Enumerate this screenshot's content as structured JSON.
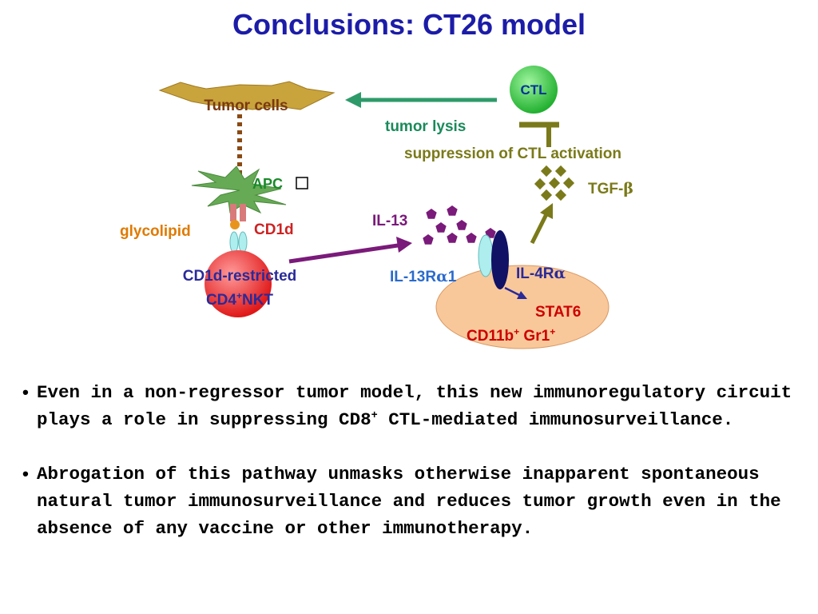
{
  "title": "Conclusions: CT26 model",
  "diagram": {
    "tumor_cells": "Tumor cells",
    "ctl": "CTL",
    "tumor_lysis": "tumor lysis",
    "suppression": "suppression of CTL activation",
    "apc": "APC",
    "tgf_prefix": "TGF-",
    "tgf_symbol": "β",
    "glycolipid": "glycolipid",
    "cd1d": "CD1d",
    "il13": "IL-13",
    "nkt_line1": "CD1d-restricted",
    "nkt_line2_a": "CD4",
    "nkt_line2_sup": "+",
    "nkt_line2_b": "NKT",
    "il13r_prefix": "IL-13R",
    "il13r_symbol": "α",
    "il13r_suffix": "1",
    "il4r_prefix": "IL-4R",
    "il4r_symbol": "α",
    "stat6": "STAT6",
    "mdsc_a": "CD11b",
    "mdsc_sup1": "+",
    "mdsc_b": " Gr1",
    "mdsc_sup2": "+"
  },
  "bullets": [
    {
      "marker": "•",
      "pre": "Even in a non-regressor tumor model, this new immunoregulatory circuit plays a role in suppressing CD8",
      "sup": "+",
      "post": " CTL-mediated immunosurveillance."
    },
    {
      "marker": "•",
      "text": "Abrogation of this pathway unmasks otherwise inapparent spontaneous natural tumor immunosurveillance and reduces tumor growth even in the absence of any vaccine or other immunotherapy."
    }
  ],
  "colors": {
    "title": "#1c1ca8",
    "tumor": "#c9a33c",
    "tumor_text": "#7a3a10",
    "ctl_fill": "#33cc44",
    "green_arrow": "#2e9a6a",
    "olive": "#7a7a1a",
    "purple": "#7a1a7a",
    "apc_green": "#66aa55",
    "cd1d_pink": "#d97a7a",
    "nkt_red": "#e02020",
    "mdsc_fill": "#f9c89a",
    "receptor_navy": "#111166",
    "receptor_cyan": "#aeeeee",
    "dark_blue_text": "#2a2a99",
    "red_text": "#cc0000",
    "orange_text": "#e07a00"
  }
}
